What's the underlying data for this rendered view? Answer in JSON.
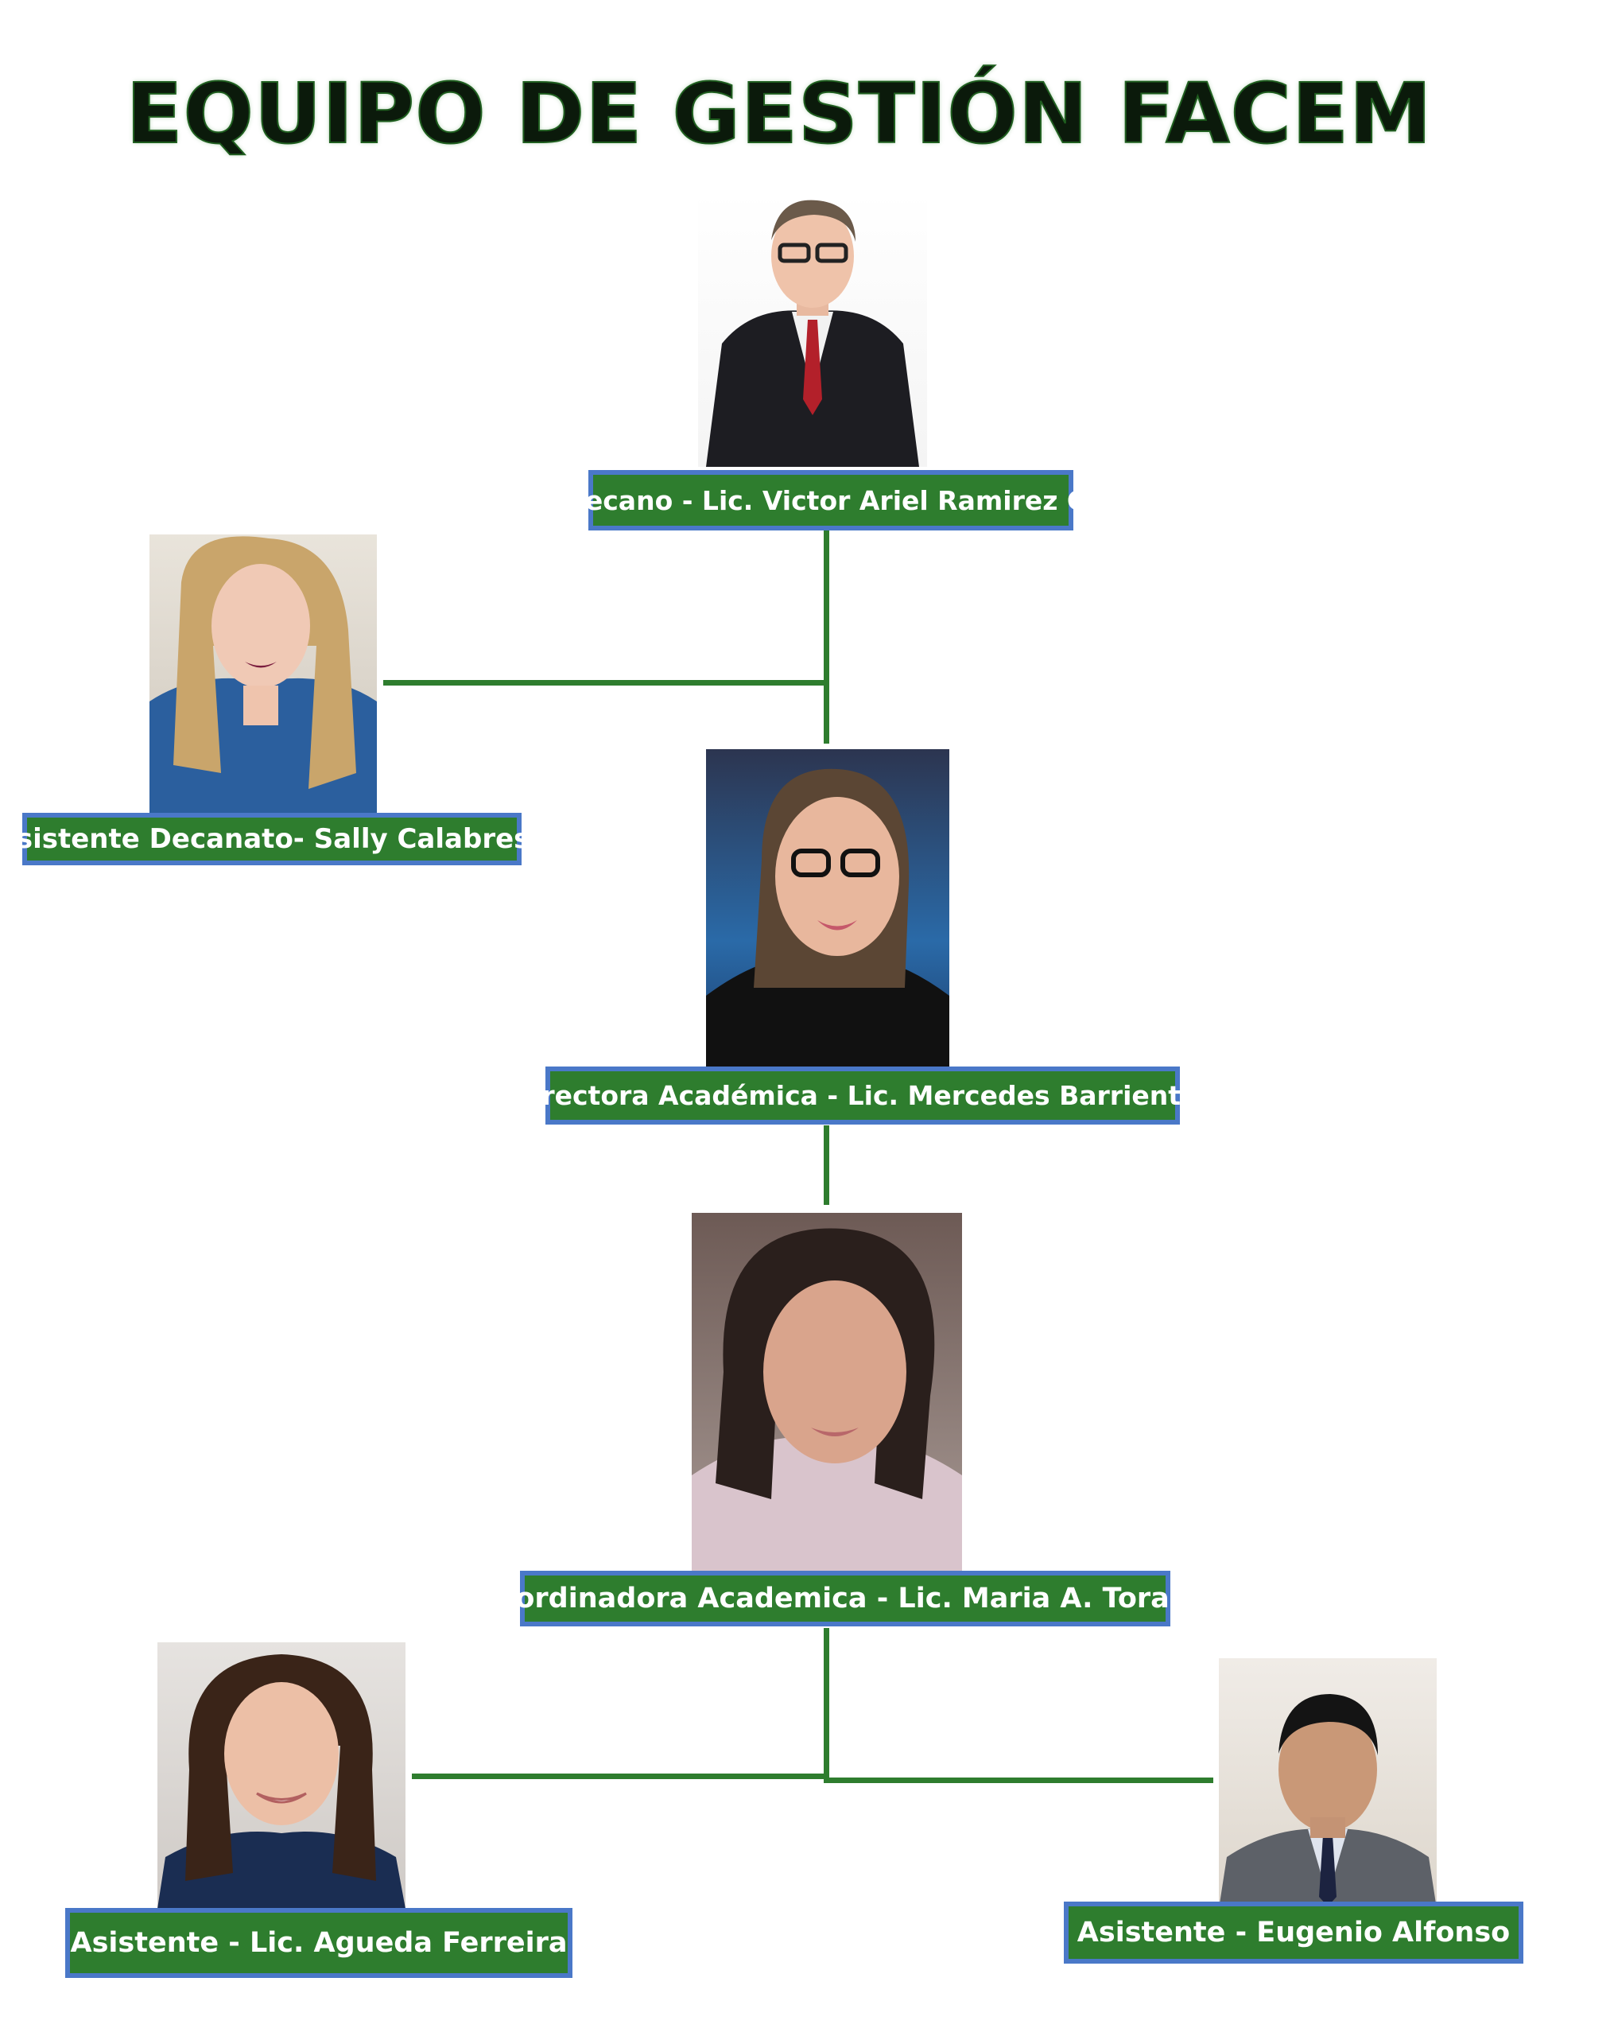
{
  "title": "EQUIPO DE GESTIÓN FACEM",
  "colors": {
    "box_fill": "#2e7d2e",
    "box_border": "#4a78c8",
    "connector": "#2e7d2e",
    "title_text": "#0b1a0b"
  },
  "nodes": {
    "decano": {
      "label": "Decano - Lic. Victor Ariel Ramirez G."
    },
    "asistente_decanato": {
      "label": "Asistente Decanato- Sally Calabrese"
    },
    "directora": {
      "label": "Directora Académica - Lic. Mercedes Barrientos"
    },
    "coordinadora": {
      "label": "Coordinadora Academica - Lic. Maria A. Torales"
    },
    "asistente_agueda": {
      "label": "Asistente - Lic. Agueda Ferreira"
    },
    "asistente_eugenio": {
      "label": "Asistente - Eugenio Alfonso"
    }
  }
}
